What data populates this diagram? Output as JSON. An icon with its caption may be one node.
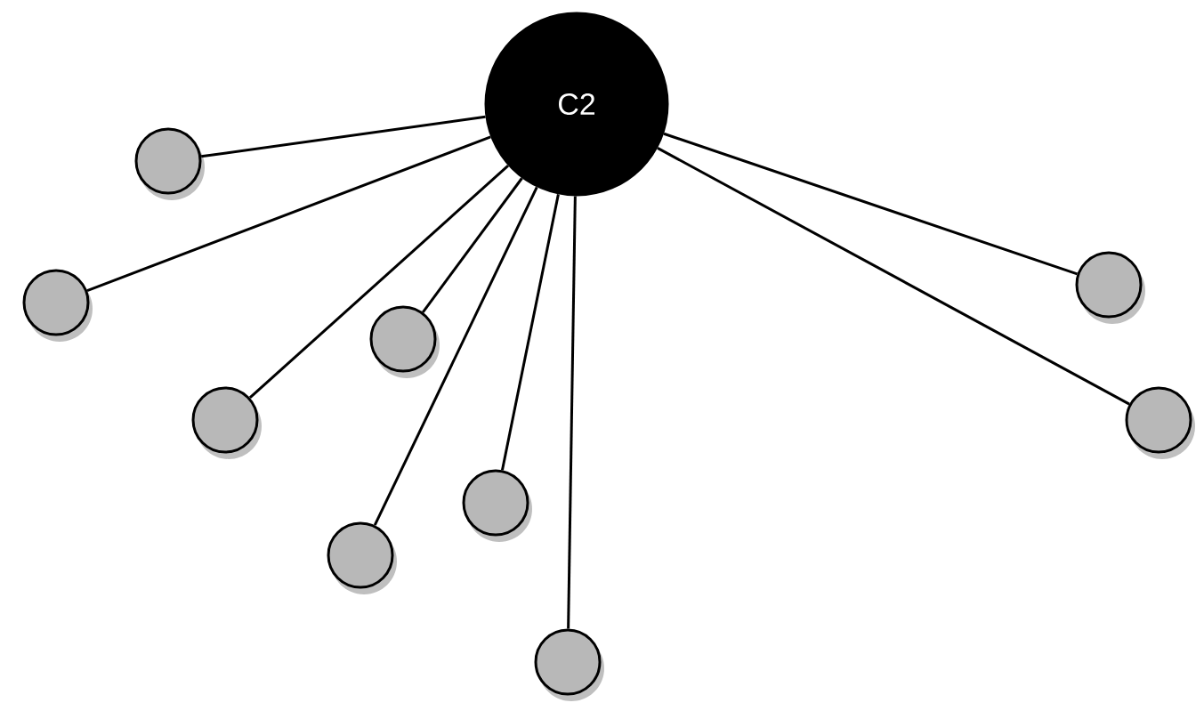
{
  "diagram": {
    "nodes": [
      {
        "text": [
          "C2"
        ]
      },
      {
        "text": [],
        "shape": "circle"
      },
      {
        "text": [],
        "shape": "circle"
      },
      {
        "text": [],
        "shape": "circle"
      },
      {
        "text": [],
        "shape": "circle"
      },
      {
        "text": [],
        "shape": "circle"
      },
      {
        "text": [],
        "shape": "circle"
      },
      {
        "text": [],
        "shape": "circle"
      },
      {
        "text": [],
        "shape": "circle"
      },
      {
        "text": [],
        "shape": "circle"
      }
    ],
    "edges": [
      {
        "from": 0,
        "to": 1,
        "arrow": "none"
      },
      {
        "from": 0,
        "to": 2,
        "arrow": "none"
      },
      {
        "from": 0,
        "to": 3,
        "arrow": "none"
      },
      {
        "from": 0,
        "to": 4,
        "arrow": "none"
      },
      {
        "from": 0,
        "to": 5,
        "arrow": "none"
      },
      {
        "from": 0,
        "to": 6,
        "arrow": "none"
      },
      {
        "from": 0,
        "to": 7,
        "arrow": "none"
      },
      {
        "from": 0,
        "to": 8,
        "arrow": "none"
      },
      {
        "from": 0,
        "to": 9,
        "arrow": "none"
      }
    ]
  }
}
